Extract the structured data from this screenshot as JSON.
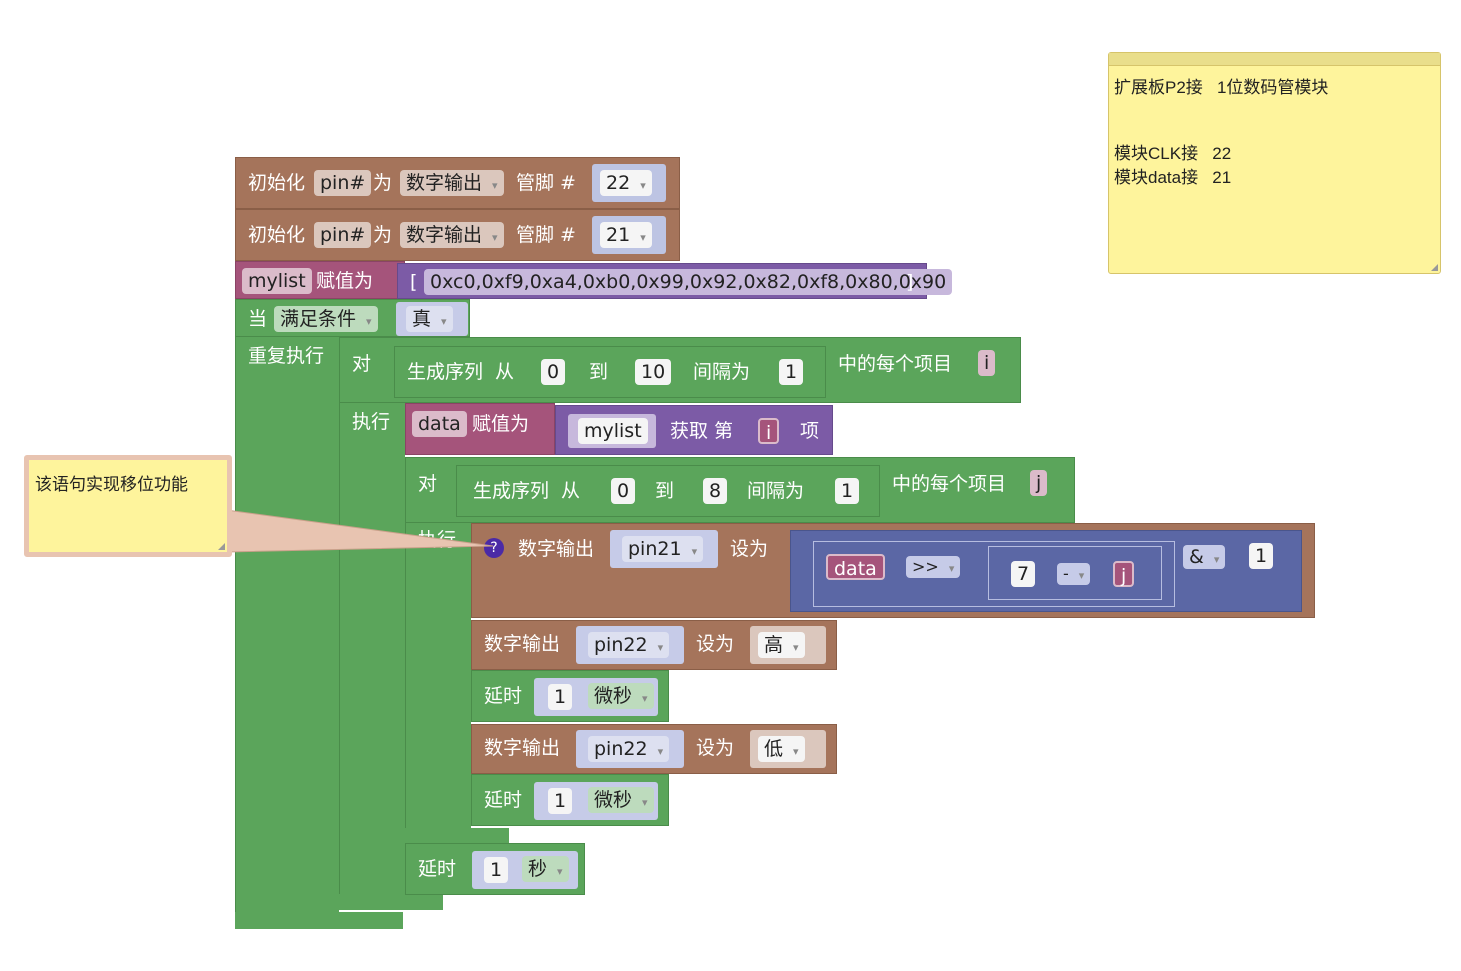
{
  "blocks": {
    "init1": {
      "label": "初始化",
      "pin": "pin#",
      "as": "为",
      "mode": "数字输出",
      "pin_label": "管脚 #",
      "value": "22"
    },
    "init2": {
      "label": "初始化",
      "pin": "pin#",
      "as": "为",
      "mode": "数字输出",
      "pin_label": "管脚 #",
      "value": "21"
    },
    "assign_list": {
      "var": "mylist",
      "label": "赋值为",
      "open": "[",
      "value": "0xc0,0xf9,0xa4,0xb0,0x99,0x92,0x82,0xf8,0x80,0x90",
      "close": "]"
    },
    "while_loop": {
      "label": "当",
      "cond": "满足条件",
      "value": "真",
      "do": "重复执行"
    },
    "for_i": {
      "label": "对",
      "range": "生成序列",
      "from": "从",
      "from_val": "0",
      "to": "到",
      "to_val": "10",
      "step": "间隔为",
      "step_val": "1",
      "each": "中的每个项目",
      "var": "i",
      "do": "执行"
    },
    "assign_data": {
      "var": "data",
      "label": "赋值为",
      "list": "mylist",
      "get": "获取 第",
      "index": "i",
      "item": "项"
    },
    "for_j": {
      "label": "对",
      "range": "生成序列",
      "from": "从",
      "from_val": "0",
      "to": "到",
      "to_val": "8",
      "step": "间隔为",
      "step_val": "1",
      "each": "中的每个项目",
      "var": "j",
      "do": "执行"
    },
    "dw1": {
      "help": "?",
      "label": "数字输出",
      "pin": "pin21",
      "set": "设为",
      "var": "data",
      "shift": ">>",
      "num": "7",
      "minus": "-",
      "j": "j",
      "and": "&",
      "and_val": "1"
    },
    "dw2": {
      "label": "数字输出",
      "pin": "pin22",
      "set": "设为",
      "value": "高"
    },
    "delay1": {
      "label": "延时",
      "value": "1",
      "unit": "微秒"
    },
    "dw3": {
      "label": "数字输出",
      "pin": "pin22",
      "set": "设为",
      "value": "低"
    },
    "delay2": {
      "label": "延时",
      "value": "1",
      "unit": "微秒"
    },
    "delay3": {
      "label": "延时",
      "value": "1",
      "unit": "秒"
    }
  },
  "notes": {
    "top_right": {
      "line1": "扩展板P2接   1位数码管模块",
      "line2": "模块CLK接   22",
      "line3": "模块data接   21"
    },
    "left": {
      "text": "该语句实现移位功能"
    }
  },
  "colors": {
    "io": "#a5745b",
    "variable": "#a5547b",
    "list": "#7c5ba6",
    "loop": "#5ba55b",
    "math": "#5b67a5",
    "note": "#fef49c"
  }
}
